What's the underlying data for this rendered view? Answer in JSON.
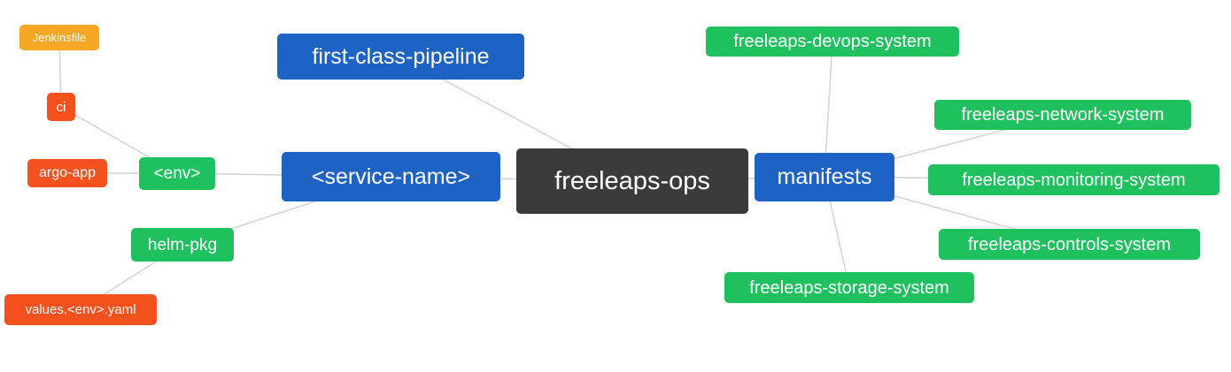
{
  "diagram": {
    "type": "mindmap",
    "root_label": "freeleaps-ops"
  },
  "nodes": {
    "root": {
      "label": "freeleaps-ops",
      "color": "#3b3b3b"
    },
    "pipeline": {
      "label": "first-class-pipeline",
      "color": "#1e63c4"
    },
    "service": {
      "label": "<service-name>",
      "color": "#1e63c4"
    },
    "manifests": {
      "label": "manifests",
      "color": "#1e63c4"
    },
    "env": {
      "label": "<env>",
      "color": "#1fc15f"
    },
    "helm": {
      "label": "helm-pkg",
      "color": "#1fc15f"
    },
    "argo": {
      "label": "argo-app",
      "color": "#f4511e"
    },
    "ci": {
      "label": "ci",
      "color": "#f4511e"
    },
    "jenkins": {
      "label": "Jenkinsfile",
      "color": "#f5a623"
    },
    "values": {
      "label": "values.<env>.yaml",
      "color": "#f4511e"
    },
    "devops": {
      "label": "freeleaps-devops-system",
      "color": "#1fc15f"
    },
    "network": {
      "label": "freeleaps-network-system",
      "color": "#1fc15f"
    },
    "monitoring": {
      "label": "freeleaps-monitoring-system",
      "color": "#1fc15f"
    },
    "controls": {
      "label": "freeleaps-controls-system",
      "color": "#1fc15f"
    },
    "storage": {
      "label": "freeleaps-storage-system",
      "color": "#1fc15f"
    }
  },
  "edges": [
    [
      "root",
      "pipeline"
    ],
    [
      "root",
      "service"
    ],
    [
      "root",
      "manifests"
    ],
    [
      "service",
      "env"
    ],
    [
      "service",
      "helm"
    ],
    [
      "env",
      "argo"
    ],
    [
      "env",
      "ci"
    ],
    [
      "ci",
      "jenkins"
    ],
    [
      "helm",
      "values"
    ],
    [
      "manifests",
      "devops"
    ],
    [
      "manifests",
      "network"
    ],
    [
      "manifests",
      "monitoring"
    ],
    [
      "manifests",
      "controls"
    ],
    [
      "manifests",
      "storage"
    ]
  ],
  "palette": {
    "root_bg": "#3b3b3b",
    "primary_bg": "#1e63c4",
    "success_bg": "#1fc15f",
    "danger_bg": "#f4511e",
    "warning_bg": "#f5a623",
    "edge_stroke": "#d4d4d4",
    "text": "#ffffff",
    "background": "#ffffff"
  }
}
